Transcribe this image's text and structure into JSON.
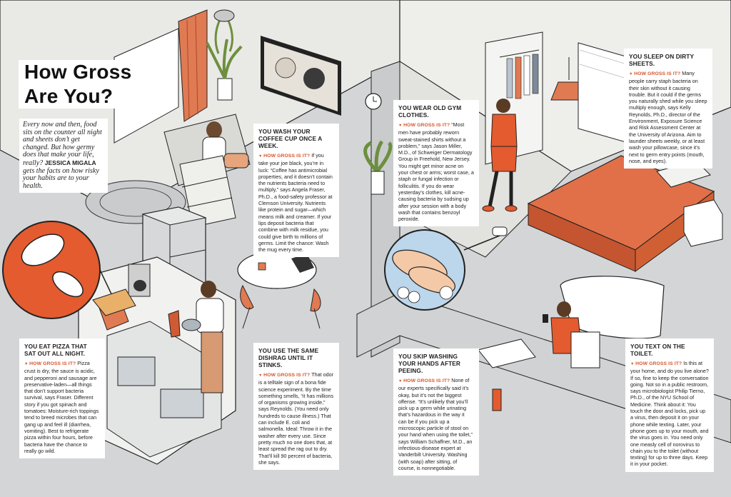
{
  "title": {
    "line1": "How Gross",
    "line2": "Are You?"
  },
  "intro": {
    "lead": "Every now and then, food sits on the counter all night and sheets don’t get changed. But how germy does that make your life, really?",
    "author": "JESSICA MIGALA",
    "tail": "gets the facts on how risky your habits are to your health."
  },
  "tag_label": "HOW GROSS IS IT?",
  "items": [
    {
      "key": "coffee",
      "heading": "YOU WASH YOUR COFFEE CUP ONCE A WEEK.",
      "body": "If you take your joe black, you’re in luck: “Coffee has antimicrobial properties, and it doesn’t contain the nutrients bacteria need to multiply,” says Angela Fraser, Ph.D., a food-safety professor at Clemson University. Nutrients like protein and sugar—which means milk and creamer. If your lips deposit bacteria that combine with milk residue, you could give birth to millions of germs. Limit the chance: Wash the mug every time."
    },
    {
      "key": "gym",
      "heading": "YOU WEAR OLD GYM CLOTHES.",
      "body": "“Most men have probably reworn sweat-stained shirts without a problem,” says Jason Miller, M.D., of Schweiger Dermatology Group in Freehold, New Jersey. You might get minor acne on your chest or arms; worst case, a staph or fungal infection or folliculitis. If you do wear yesterday’s clothes, kill acne-causing bacteria by sudsing up after your session with a body wash that contains benzoyl peroxide."
    },
    {
      "key": "sheets",
      "heading": "YOU SLEEP ON DIRTY SHEETS.",
      "body": "Many people carry staph bacteria on their skin without it causing trouble. But it could if the germs you naturally shed while you sleep multiply enough, says Kelly Reynolds, Ph.D., director of the Environment, Exposure Science and Risk Assessment Center at the University of Arizona. Aim to launder sheets weekly, or at least wash your pillowcase, since it’s next to germ entry points (mouth, nose, and eyes)."
    },
    {
      "key": "pizza",
      "heading": "YOU EAT PIZZA THAT SAT OUT ALL NIGHT.",
      "body": "Pizza crust is dry, the sauce is acidic, and pepperoni and sausage are preservative-laden—all things that don’t support bacteria survival, says Fraser. Different story if you got spinach and tomatoes: Moisture-rich toppings tend to breed microbes that can gang up and feel ill (diarrhea, vomiting). Best to refrigerate pizza within four hours, before bacteria have the chance to really go wild."
    },
    {
      "key": "dishrag",
      "heading": "YOU USE THE SAME DISHRAG UNTIL IT STINKS.",
      "body": "That odor is a telltale sign of a bona fide science experiment. By the time something smells, “it has millions of organisms growing inside,” says Reynolds. (You need only hundreds to cause illness.) That can include E. coli and salmonella. Ideal: Throw it in the washer after every use. Since pretty much no one does that, at least spread the rag out to dry. That’ll kill 90 percent of bacteria, she says."
    },
    {
      "key": "hands",
      "heading": "YOU SKIP WASHING YOUR HANDS AFTER PEEING.",
      "body": "None of our experts specifically said it’s okay, but it’s not the biggest offense. “It’s unlikely that you’ll pick up a germ while urinating that’s hazardous in the way it can be if you pick up a microscopic particle of stool on your hand when using the toilet,” says William Schaffner, M.D., an infectious-disease expert at Vanderbilt University. Washing (with soap) after sitting, of course, is nonnegotiable."
    },
    {
      "key": "toilet",
      "heading": "YOU TEXT ON THE TOILET.",
      "body": "Is this at your home, and do you live alone? If so, fine to keep the conversation going. Not so in a public restroom, says microbiologist Philip Tierno, Ph.D., of the NYU School of Medicine. Think about it: You touch the door and locks, pick up a virus, then deposit it on your phone while texting. Later, your phone goes up to your mouth, and the virus goes in. You need only one measly cell of norovirus to chain you to the toilet (without texting) for up to three days. Keep it in your pocket."
    }
  ],
  "colors": {
    "accent": "#d6562c",
    "wall": "#e9e9e7",
    "floor": "#d4d6d7",
    "ink": "#1c1c1c",
    "circle_blue": "#bcd6ec"
  }
}
